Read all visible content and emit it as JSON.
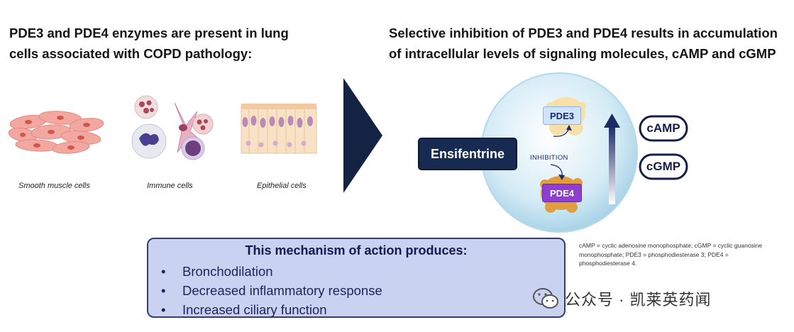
{
  "headings": {
    "left": "PDE3 and PDE4 enzymes are present in lung cells associated with COPD pathology:",
    "right": "Selective inhibition of PDE3 and PDE4 results in accumulation of intracellular levels of signaling molecules, cAMP and cGMP"
  },
  "cells": [
    {
      "label": "Smooth muscle cells"
    },
    {
      "label": "Immune cells"
    },
    {
      "label": "Epithelial cells"
    }
  ],
  "diagram": {
    "drug": "Ensifentrine",
    "pde3": "PDE3",
    "pde4": "PDE4",
    "inhibition": "INHIBITION",
    "camp": "cAMP",
    "cgmp": "cGMP"
  },
  "footnote": "cAMP = cyclic adenosine monophosphate; cGMP = cyclic guanosine monophosphate; PDE3 = phosphodiesterase 3; PDE4 = phosphodiesterase 4.",
  "moa": {
    "title": "This mechanism of action produces:",
    "items": [
      "Bronchodilation",
      "Decreased inflammatory response",
      "Increased ciliary function"
    ]
  },
  "watermark": {
    "text": "公众号 · 凯莱英药闻"
  },
  "colors": {
    "navy": "#172a52",
    "pde3": "#cfe3fb",
    "pde4": "#8e3fcf",
    "moa_bg": "#c9d2f1"
  }
}
